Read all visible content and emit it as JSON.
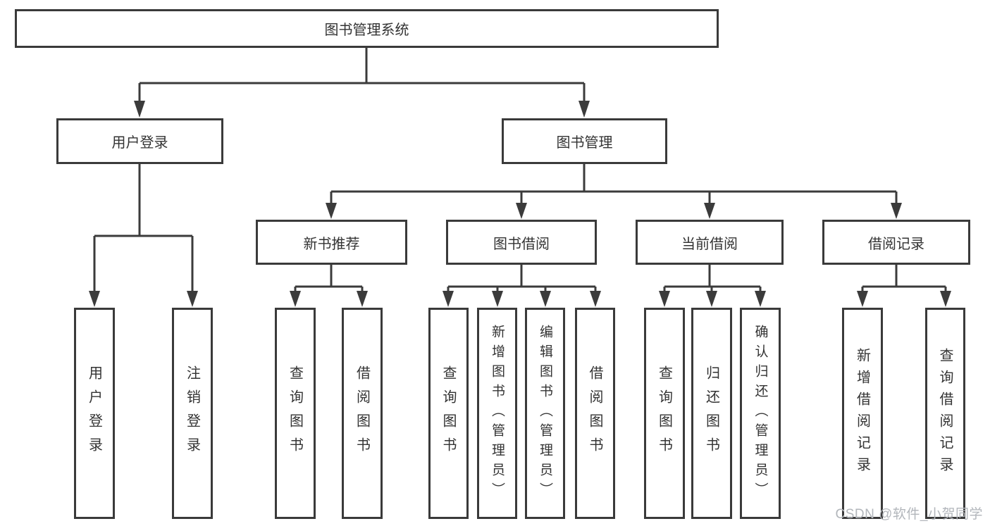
{
  "tree": {
    "label": "图书管理系统",
    "children": [
      {
        "label": "用户登录",
        "children": [
          {
            "label": "用户登录"
          },
          {
            "label": "注销登录"
          }
        ]
      },
      {
        "label": "图书管理",
        "children": [
          {
            "label": "新书推荐",
            "children": [
              {
                "label": "查询图书"
              },
              {
                "label": "借阅图书"
              }
            ]
          },
          {
            "label": "图书借阅",
            "children": [
              {
                "label": "查询图书"
              },
              {
                "label": "新增图书（管理员）"
              },
              {
                "label": "编辑图书（管理员）"
              },
              {
                "label": "借阅图书"
              }
            ]
          },
          {
            "label": "当前借阅",
            "children": [
              {
                "label": "查询图书"
              },
              {
                "label": "归还图书"
              },
              {
                "label": "确认归还（管理员）"
              }
            ]
          },
          {
            "label": "借阅记录",
            "children": [
              {
                "label": "新增借阅记录"
              },
              {
                "label": "查询借阅记录"
              }
            ]
          }
        ]
      }
    ]
  },
  "watermark": "CSDN @软件_小贺同学",
  "colors": {
    "line": "#3b3b3b",
    "box_border": "#3a3a3a",
    "text": "#333333",
    "watermark": "#b2b6bb",
    "background": "#ffffff"
  }
}
